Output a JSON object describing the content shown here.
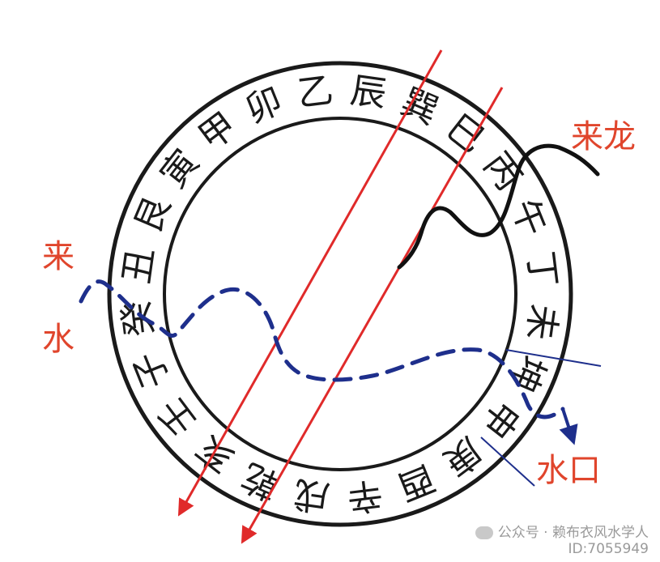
{
  "diagram": {
    "ring_characters": [
      "艮",
      "寅",
      "甲",
      "卯",
      "乙",
      "辰",
      "巽",
      "巳",
      "丙",
      "午",
      "丁",
      "未",
      "坤",
      "申",
      "庚",
      "酉",
      "辛",
      "戌",
      "乾",
      "亥",
      "壬",
      "子",
      "癸",
      "丑"
    ],
    "labels": {
      "incoming_dragon": "来龙",
      "incoming_water_1": "来",
      "incoming_water_2": "水",
      "water_outlet": "水口"
    },
    "colors": {
      "ring": "#1a1a1a",
      "red_lines": "#e02a2a",
      "red_text": "#e0452c",
      "water_path": "#1e2f8c",
      "dragon_path": "#111111"
    }
  },
  "watermark": {
    "line1": "公众号 · 赖布衣风水学人",
    "line2": "ID:7055949"
  }
}
